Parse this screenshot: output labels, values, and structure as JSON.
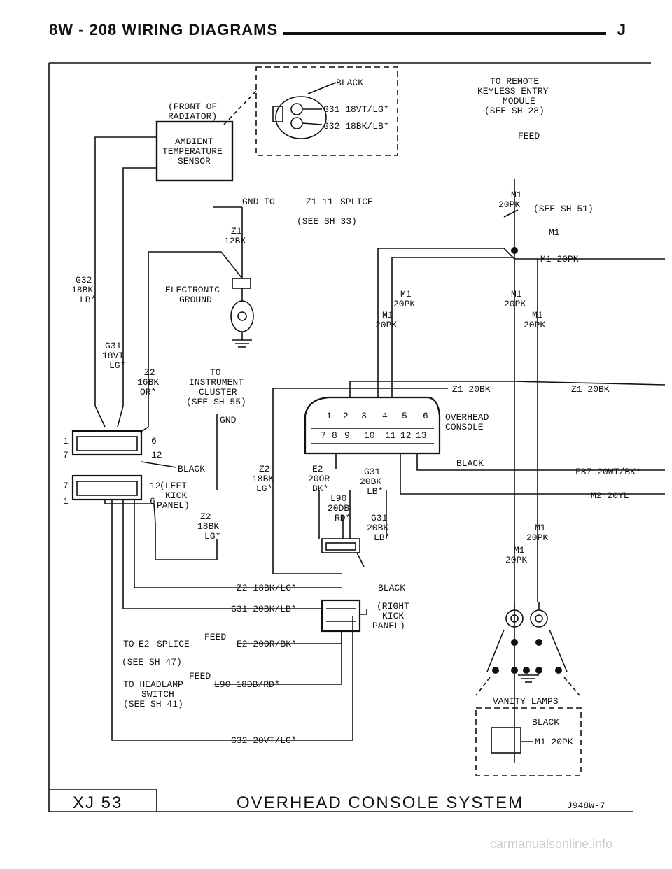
{
  "header": {
    "left": "8W - 208  WIRING DIAGRAMS",
    "right": "J"
  },
  "labels": {
    "front_of_radiator": [
      "(FRONT OF",
      "RADIATOR)"
    ],
    "ambient_sensor": [
      "AMBIENT",
      "TEMPERATURE",
      "SENSOR"
    ],
    "conn_black": "BLACK",
    "g31_top": "G31 18VT/LG*",
    "g32_top": "G32 18BK/LB*",
    "rke": [
      "TO REMOTE",
      "KEYLESS ENTRY",
      "MODULE",
      "(SEE SH 28)"
    ],
    "feed_top": "FEED",
    "gnd_to": "GND TO",
    "z1_11": "Z1 11",
    "splice": "SPLICE",
    "see_sh_33": "(SEE SH 33)",
    "z1_12bk": [
      "Z1",
      "12BK"
    ],
    "m1_20pk_a": [
      "M1",
      "20PK"
    ],
    "see_sh_51": "(SEE SH 51)",
    "m1_badge": "M1",
    "m1_20pk_right": "M1 20PK",
    "g32_18bk": [
      "G32",
      "18BK",
      "LB*"
    ],
    "electronic_ground": [
      "ELECTRONIC",
      "GROUND"
    ],
    "m1_20pk_b": [
      "M1",
      "20PK"
    ],
    "m1_20pk_c": [
      "M1",
      "20PK"
    ],
    "m1_20pk_d": [
      "M1",
      "20PK"
    ],
    "m1_20pk_e": [
      "M1",
      "20PK"
    ],
    "g31_18vt": [
      "G31",
      "18VT",
      "LG*"
    ],
    "z2_16bk": [
      "Z2",
      "16BK",
      "OR*"
    ],
    "instrument_cluster": [
      "TO",
      "INSTRUMENT",
      "CLUSTER",
      "(SEE SH 55)"
    ],
    "gnd": "GND",
    "z1_20bk_a": "Z1 20BK",
    "z1_20bk_b": "Z1 20BK",
    "overhead_console": [
      "OVERHEAD",
      "CONSOLE"
    ],
    "pins_top": [
      "1",
      "2",
      "3",
      "4",
      "5",
      "6"
    ],
    "pins_bottom": [
      "7",
      "8",
      "9",
      "10",
      "11",
      "12",
      "13"
    ],
    "left_pins": [
      "1",
      "6",
      "7",
      "12",
      "7",
      "12",
      "1",
      "6"
    ],
    "black_left_kick": "BLACK",
    "left_kick_panel": [
      "(LEFT",
      "KICK",
      "PANEL)"
    ],
    "z2_18bk_a": [
      "Z2",
      "18BK",
      "LG*"
    ],
    "e2_20or": [
      "E2",
      "20OR",
      "BK*"
    ],
    "g31_20bk_a": [
      "G31",
      "20BK",
      "LB*"
    ],
    "black_console": "BLACK",
    "f87": "F87 20WT/BK*",
    "m2": "M2 20YL",
    "l90_20db": [
      "L90",
      "20DB",
      "RD*"
    ],
    "g31_20bk_b": [
      "G31",
      "20BK",
      "LB*"
    ],
    "z2_18bk_b": [
      "Z2",
      "18BK",
      "LG*"
    ],
    "m1_20pk_f": [
      "M1",
      "20PK"
    ],
    "m1_20pk_g": [
      "M1",
      "20PK"
    ],
    "z2_18bk_lg": "Z2 18BK/LG*",
    "black_right": "BLACK",
    "g31_20bk_lb": "G31 20BK/LB*",
    "right_kick_panel": [
      "(RIGHT",
      "KICK",
      "PANEL)"
    ],
    "to": "TO",
    "e2": "E2",
    "splice2": "SPLICE",
    "feed_e2": "FEED",
    "e2_20or_bk": "E2 20OR/BK*",
    "see_sh_47": "(SEE SH 47)",
    "headlamp": [
      "TO HEADLAMP",
      "SWITCH",
      "(SEE SH 41)"
    ],
    "feed_l90": "FEED",
    "l90_18db": "L90 18DB/RD*",
    "vanity_lamps": "VANITY LAMPS",
    "black_vanity": "BLACK",
    "m1_20pk_vanity": "M1 20PK",
    "g32_20vt": "G32 20VT/LG*"
  },
  "footer": {
    "code": "XJ 53",
    "title": "OVERHEAD CONSOLE SYSTEM",
    "ref": "J948W-7"
  },
  "watermark": "carmanualsonline.info"
}
